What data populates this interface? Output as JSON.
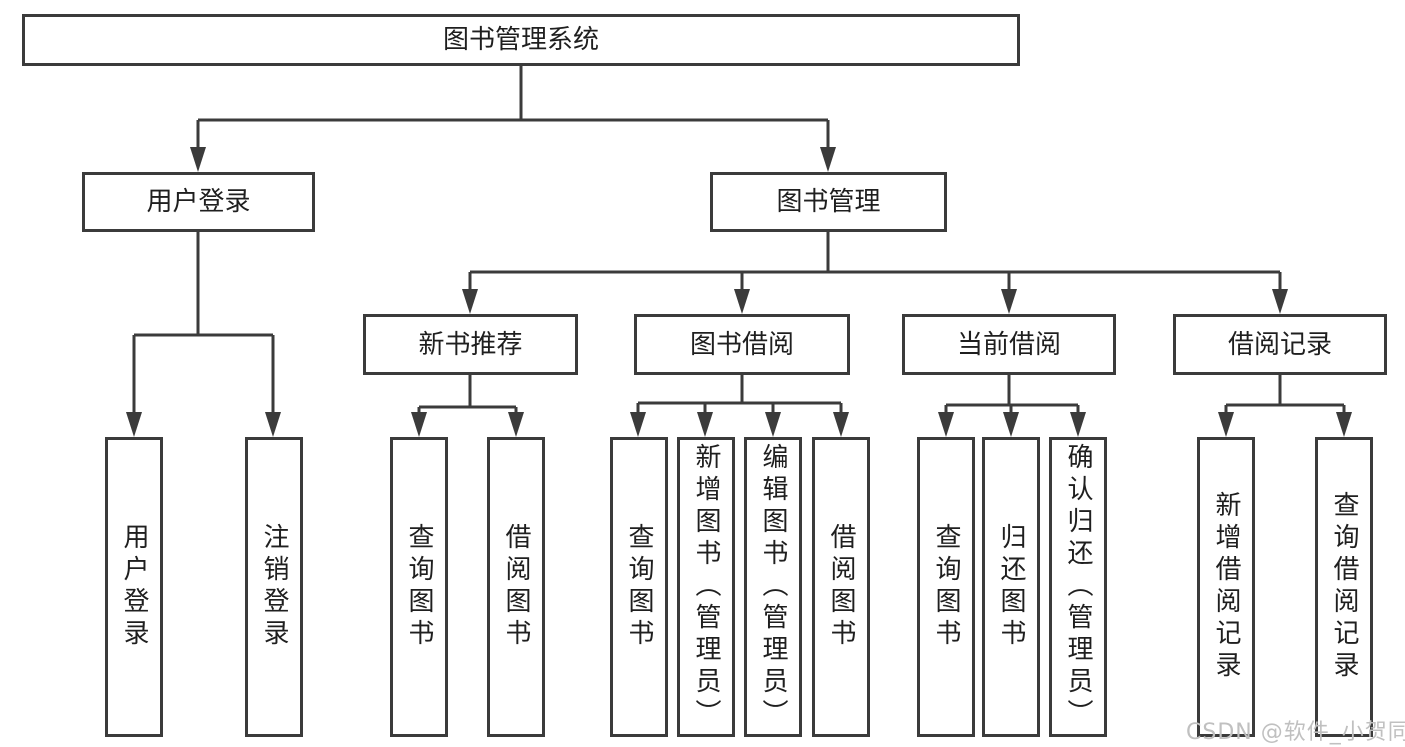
{
  "diagram": {
    "type": "tree",
    "root": {
      "label": "图书管理系统"
    },
    "level2": [
      {
        "label": "用户登录",
        "parent": "图书管理系统"
      },
      {
        "label": "图书管理",
        "parent": "图书管理系统"
      }
    ],
    "level3": [
      {
        "label": "新书推荐",
        "parent": "图书管理"
      },
      {
        "label": "图书借阅",
        "parent": "图书管理"
      },
      {
        "label": "当前借阅",
        "parent": "图书管理"
      },
      {
        "label": "借阅记录",
        "parent": "图书管理"
      }
    ],
    "leaf_groups": [
      {
        "parent": "用户登录",
        "items": [
          "用户登录",
          "注销登录"
        ]
      },
      {
        "parent": "新书推荐",
        "items": [
          "查询图书",
          "借阅图书"
        ]
      },
      {
        "parent": "图书借阅",
        "items": [
          "查询图书",
          "新增图书（管理员）",
          "编辑图书（管理员）",
          "借阅图书"
        ]
      },
      {
        "parent": "当前借阅",
        "items": [
          "查询图书",
          "归还图书",
          "确认归还（管理员）"
        ]
      },
      {
        "parent": "借阅记录",
        "items": [
          "新增借阅记录",
          "查询借阅记录"
        ]
      }
    ],
    "colors": {
      "line": "#3b3b3b",
      "text": "#1f1f1f",
      "watermark": "#c0c0c0",
      "background": "#ffffff"
    }
  },
  "watermark": {
    "text": "CSDN @软件_小贺同学"
  }
}
